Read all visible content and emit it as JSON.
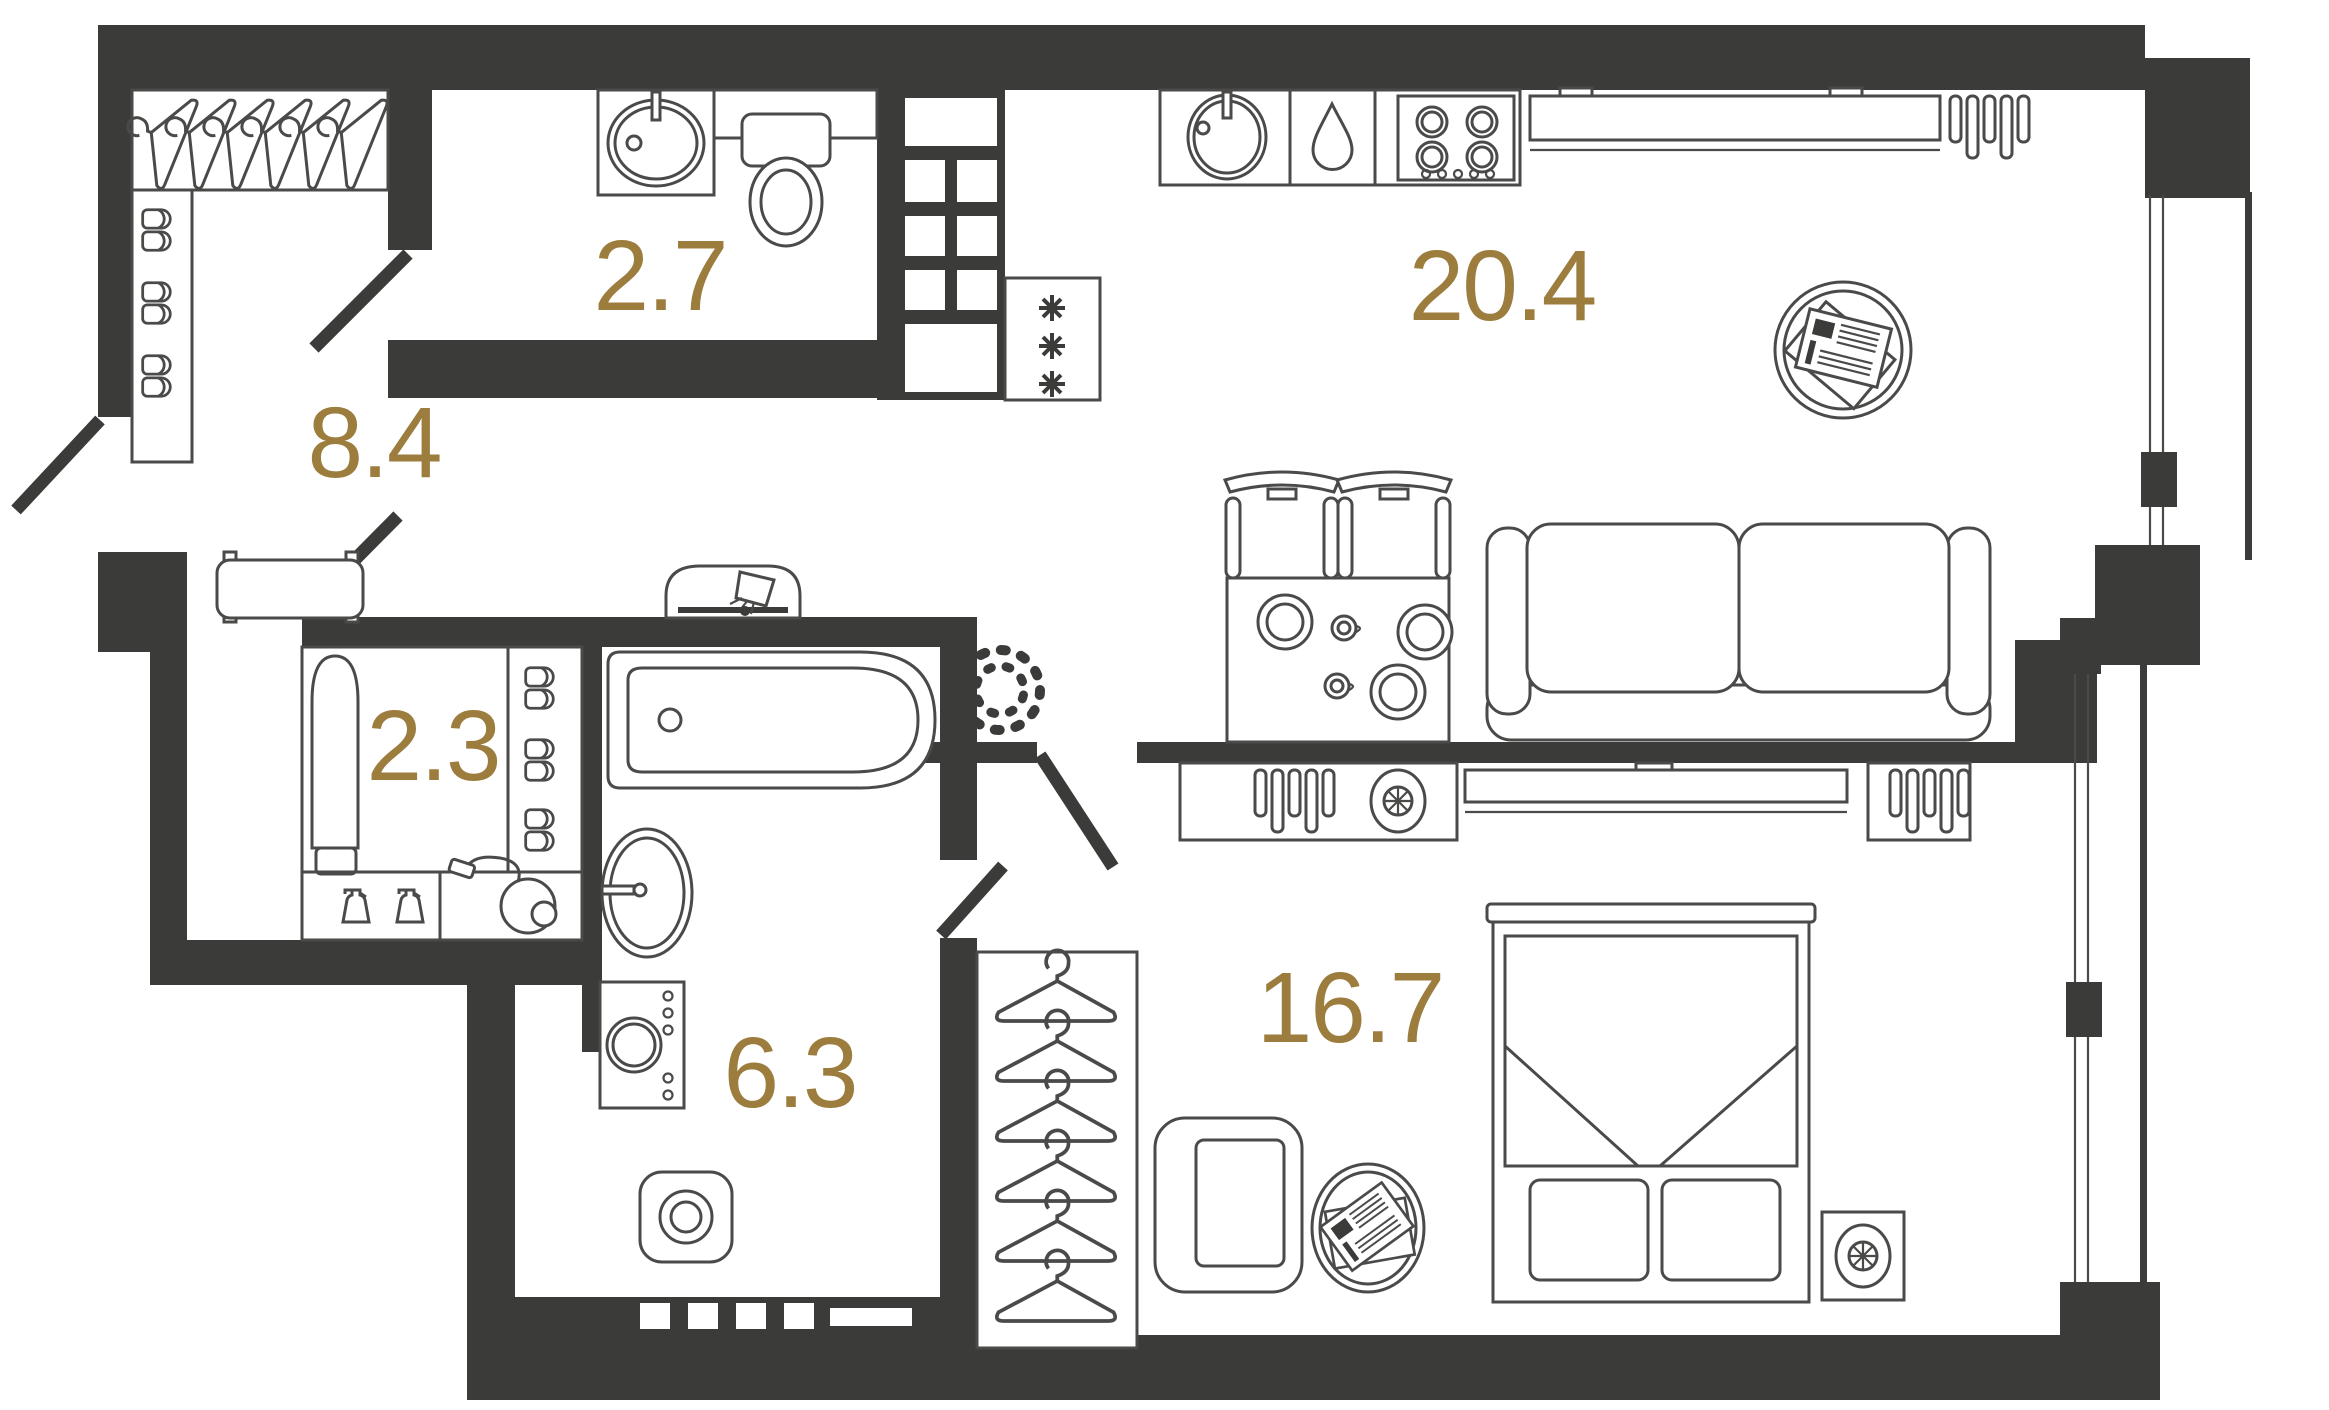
{
  "plan": {
    "title": "apartment-floor-plan",
    "rooms": [
      {
        "id": "hallway",
        "area": "8.4"
      },
      {
        "id": "wc",
        "area": "2.7"
      },
      {
        "id": "kitchen-living",
        "area": "20.4"
      },
      {
        "id": "storage",
        "area": "2.3"
      },
      {
        "id": "bathroom",
        "area": "6.3"
      },
      {
        "id": "bedroom",
        "area": "16.7"
      }
    ],
    "colors": {
      "wall": "#3b3b39",
      "furniture_line": "#4b4a49",
      "label": "#9c7d3e",
      "background": "#ffffff"
    },
    "icons": [
      "hanger-icon",
      "slippers-icon",
      "bench-icon",
      "door-leaf-icon",
      "wc-sink-icon",
      "toilet-icon",
      "vent-shaft-icon",
      "fridge-icon",
      "kitchen-sink-icon",
      "dishwasher-icon",
      "stove-icon",
      "worktop-icon",
      "radiator-icon",
      "dining-table-icon",
      "chair-icon",
      "plate-icon",
      "cup-icon",
      "sofa-icon",
      "coffee-table-icon",
      "newspaper-icon",
      "plant-icon",
      "fan-icon",
      "desk-icon",
      "ironing-board-icon",
      "spray-bottle-icon",
      "vacuum-icon",
      "laundry-bag-icon",
      "bathtub-icon",
      "bath-sink-icon",
      "washing-machine-icon",
      "wardrobe-icon",
      "armchair-icon",
      "bed-icon",
      "nightstand-icon",
      "window-icon"
    ]
  }
}
